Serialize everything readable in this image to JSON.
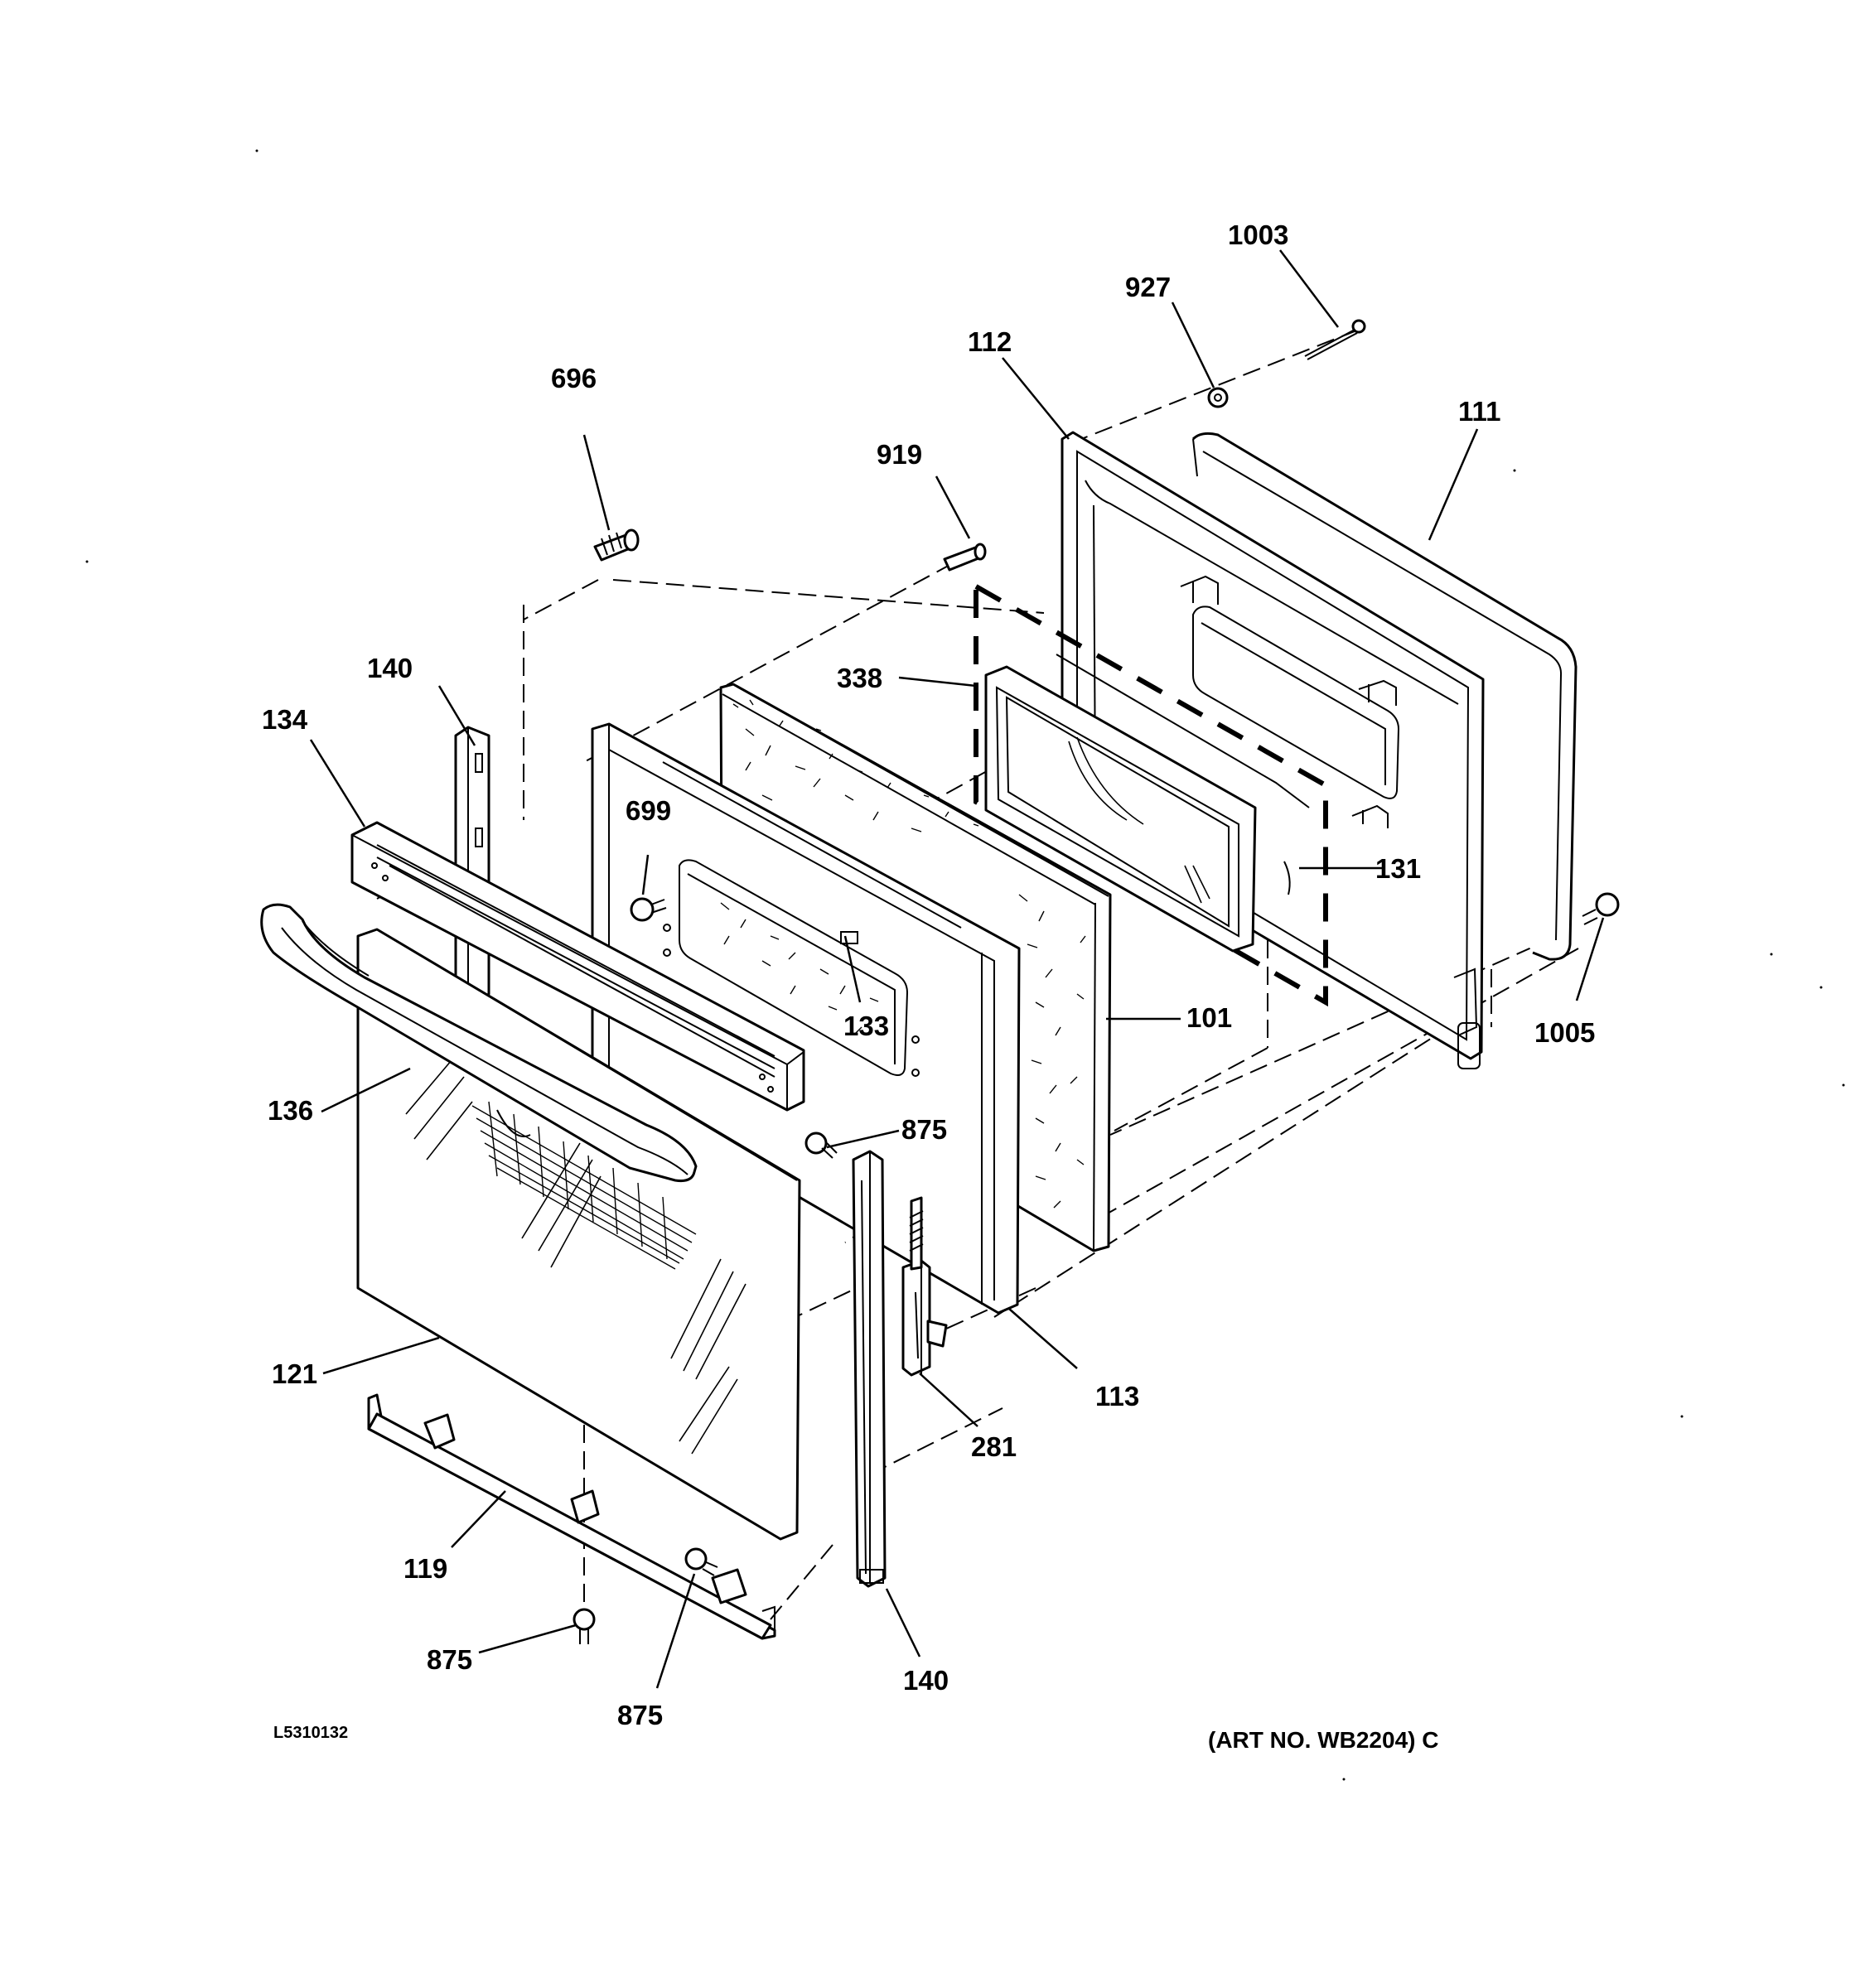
{
  "diagram": {
    "drawing_number": "L5310132",
    "art_number": "(ART NO. WB2204) C",
    "callouts": {
      "c1003": "1003",
      "c927": "927",
      "c112": "112",
      "c111": "111",
      "c696": "696",
      "c919": "919",
      "c338": "338",
      "c140_top": "140",
      "c134": "134",
      "c699": "699",
      "c131": "131",
      "c1005": "1005",
      "c133": "133",
      "c101": "101",
      "c136": "136",
      "c875_mid": "875",
      "c121": "121",
      "c113": "113",
      "c281": "281",
      "c119": "119",
      "c140_bottom": "140",
      "c875_left": "875",
      "c875_bottom": "875"
    }
  }
}
